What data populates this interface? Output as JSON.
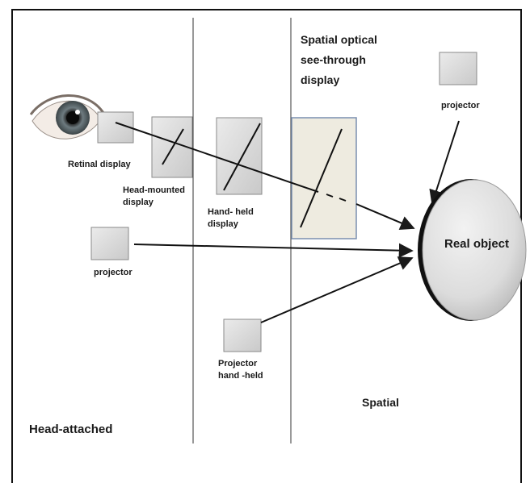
{
  "labels": {
    "retinal_display": "Retinal display",
    "head_mounted_line1": "Head-mounted",
    "head_mounted_line2": "display",
    "hand_held_line1": "Hand- held",
    "hand_held_line2": "display",
    "spatial_optical_line1": "Spatial optical",
    "spatial_optical_line2": "see-through",
    "spatial_optical_line3": "display",
    "projector_top": "projector",
    "projector_left": "projector",
    "projector_hh_line1": "Projector",
    "projector_hh_line2": "hand -held",
    "real_object": "Real object",
    "head_attached": "Head-attached",
    "spatial": "Spatial"
  },
  "colors": {
    "box_fill": "#d9d9d9",
    "box_stroke": "#8a8a8a",
    "panel_fill": "#eeebe0",
    "panel_stroke": "#7a8fb0",
    "sphere_light": "#ececec",
    "sphere_dark": "#bdbdbd",
    "line": "#1a1a1a"
  }
}
